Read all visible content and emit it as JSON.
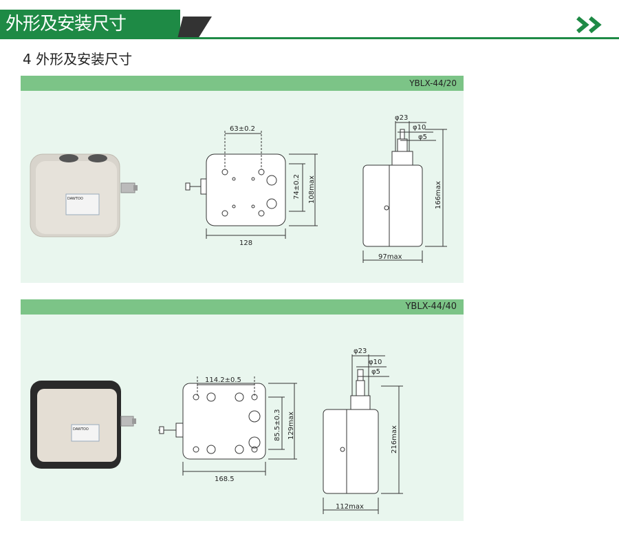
{
  "header": {
    "tab_title": "外形及安装尺寸"
  },
  "section": {
    "title": "4 外形及安装尺寸"
  },
  "panels": [
    {
      "model": "YBLX-44/20",
      "product_label": "DAWTOO",
      "front_view": {
        "hole_spacing": "63±0.2",
        "height_inner": "74±0.2",
        "height_total": "108max",
        "width": "128"
      },
      "side_view": {
        "dia1": "φ23",
        "dia2": "φ10",
        "dia3": "φ5",
        "height": "166max",
        "depth": "97max"
      }
    },
    {
      "model": "YBLX-44/40",
      "product_label": "DAWTOO",
      "front_view": {
        "hole_spacing": "114.2±0.5",
        "height_inner": "85.5±0.3",
        "height_total": "129max",
        "width": "168.5"
      },
      "side_view": {
        "dia1": "φ23",
        "dia2": "φ10",
        "dia3": "φ5",
        "height": "216max",
        "depth": "112max"
      }
    }
  ]
}
